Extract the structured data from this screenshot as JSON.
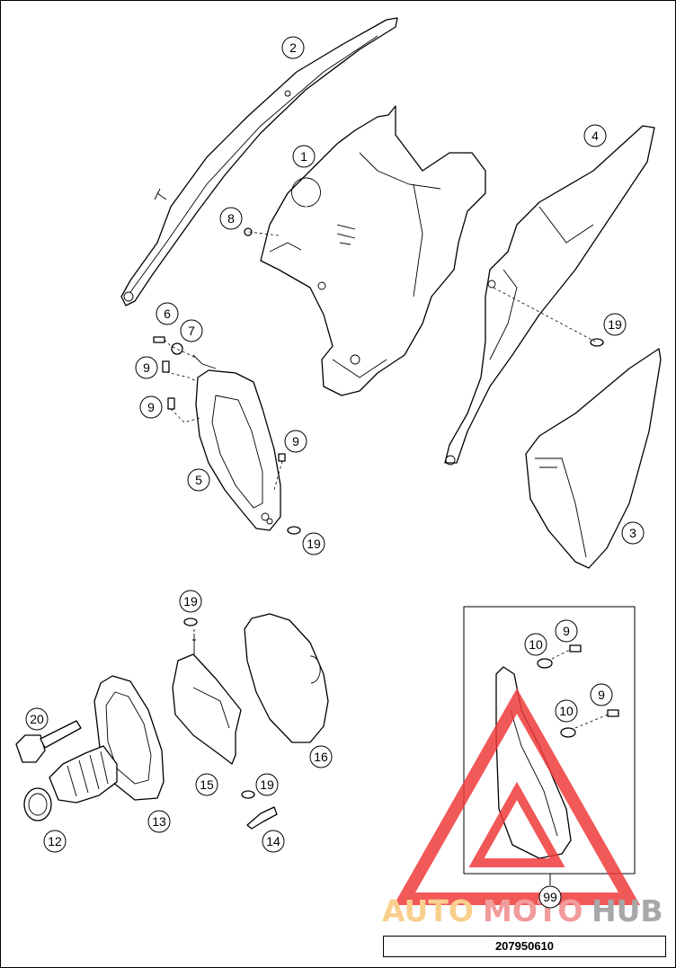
{
  "callouts": [
    {
      "id": "c1",
      "label": "1"
    },
    {
      "id": "c2",
      "label": "2"
    },
    {
      "id": "c3",
      "label": "3"
    },
    {
      "id": "c4",
      "label": "4"
    },
    {
      "id": "c5",
      "label": "5"
    },
    {
      "id": "c6",
      "label": "6"
    },
    {
      "id": "c7",
      "label": "7"
    },
    {
      "id": "c8",
      "label": "8"
    },
    {
      "id": "c9a",
      "label": "9"
    },
    {
      "id": "c9b",
      "label": "9"
    },
    {
      "id": "c9c",
      "label": "9"
    },
    {
      "id": "c9d",
      "label": "9"
    },
    {
      "id": "c9e",
      "label": "9"
    },
    {
      "id": "c10a",
      "label": "10"
    },
    {
      "id": "c10b",
      "label": "10"
    },
    {
      "id": "c12",
      "label": "12"
    },
    {
      "id": "c13",
      "label": "13"
    },
    {
      "id": "c14",
      "label": "14"
    },
    {
      "id": "c15",
      "label": "15"
    },
    {
      "id": "c16",
      "label": "16"
    },
    {
      "id": "c19a",
      "label": "19"
    },
    {
      "id": "c19b",
      "label": "19"
    },
    {
      "id": "c19c",
      "label": "19"
    },
    {
      "id": "c19d",
      "label": "19"
    },
    {
      "id": "c20",
      "label": "20"
    },
    {
      "id": "c99",
      "label": "99"
    }
  ],
  "watermark": {
    "part1": "AUTO",
    "part2": "MOTO",
    "part3": "HUB",
    "colors": {
      "auto": "#f7c77a",
      "moto": "#f08a8a",
      "hub": "#9a9a9a",
      "triangle": "#ef3b3b"
    }
  },
  "drawing_number": "207950610"
}
